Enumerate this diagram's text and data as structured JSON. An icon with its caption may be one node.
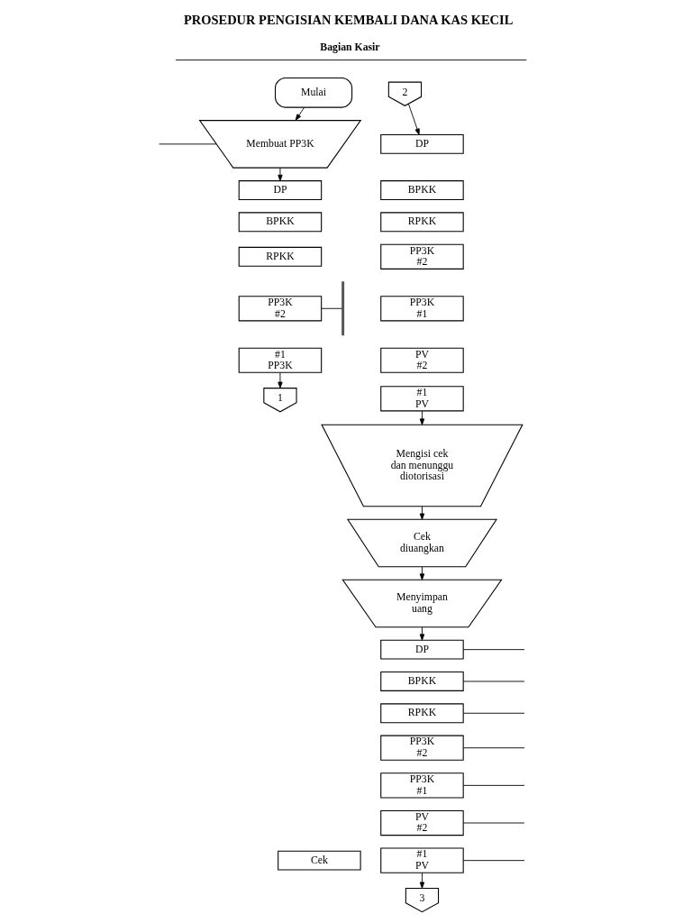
{
  "diagram": {
    "title": "PROSEDUR PENGISIAN KEMBALI DANA KAS KECIL",
    "nodes": [
      {
        "text": [
          "Mulai"
        ]
      },
      {
        "text": [
          "Membuat PP3K"
        ]
      },
      {
        "text": [
          "DP"
        ]
      },
      {
        "text": [
          "BPKK"
        ]
      },
      {
        "text": [
          "RPKK"
        ]
      },
      {
        "text": [
          "PP3K",
          "#2"
        ]
      },
      {
        "text": [
          "#1",
          "PP3K"
        ]
      },
      {
        "text": [],
        "shape": "bar"
      },
      {
        "text": [
          "1"
        ]
      },
      {
        "text": [
          "2"
        ]
      },
      {
        "text": [
          "DP"
        ]
      },
      {
        "text": [
          "BPKK"
        ]
      },
      {
        "text": [
          "RPKK"
        ]
      },
      {
        "text": [
          "PP3K",
          "#2"
        ]
      },
      {
        "text": [
          "PP3K",
          "#1"
        ]
      },
      {
        "text": [
          "PV",
          "#2"
        ]
      },
      {
        "text": [
          "#1",
          "PV"
        ]
      },
      {
        "text": [
          "Mengisi cek dan menunggu diotorisasi"
        ]
      },
      {
        "text": [
          "Cek diuangkan"
        ]
      },
      {
        "text": [
          "Menyimpan uang"
        ]
      },
      {
        "text": [
          "DP"
        ]
      },
      {
        "text": [
          "BPKK"
        ]
      },
      {
        "text": [
          "RPKK"
        ]
      },
      {
        "text": [
          "PP3K",
          "#2"
        ]
      },
      {
        "text": [
          "PP3K",
          "#1"
        ]
      },
      {
        "text": [
          "PV",
          "#2"
        ]
      },
      {
        "text": [
          "#1",
          "PV"
        ]
      },
      {
        "text": [
          "Cek"
        ]
      },
      {
        "text": [
          "3"
        ]
      }
    ],
    "edges": [
      {
        "from": 0,
        "to": 1,
        "arrow": "to"
      },
      {
        "from": null,
        "to": 1,
        "arrow": "none"
      },
      {
        "from": 1,
        "to": 2,
        "arrow": "to"
      },
      {
        "from": 5,
        "to": 7,
        "arrow": "none"
      },
      {
        "from": 6,
        "to": 8,
        "arrow": "to"
      },
      {
        "from": 9,
        "to": 10,
        "arrow": "to"
      },
      {
        "from": 16,
        "to": 17,
        "arrow": "to"
      },
      {
        "from": 17,
        "to": 18,
        "arrow": "to"
      },
      {
        "from": 18,
        "to": 19,
        "arrow": "to"
      },
      {
        "from": 19,
        "to": 20,
        "arrow": "to"
      },
      {
        "from": 26,
        "to": 28,
        "arrow": "to"
      },
      {
        "from": 20,
        "to": null,
        "arrow": "none"
      },
      {
        "from": 21,
        "to": null,
        "arrow": "none"
      },
      {
        "from": 22,
        "to": null,
        "arrow": "none"
      },
      {
        "from": 23,
        "to": null,
        "arrow": "none"
      },
      {
        "from": 24,
        "to": null,
        "arrow": "none"
      },
      {
        "from": 25,
        "to": null,
        "arrow": "none"
      },
      {
        "from": 26,
        "to": null,
        "arrow": "none"
      }
    ],
    "labels": [
      "Bagian Kasir"
    ]
  }
}
